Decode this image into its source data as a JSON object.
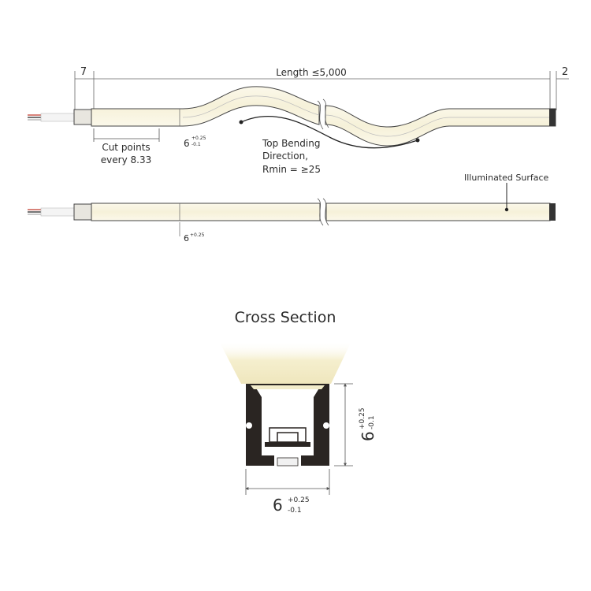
{
  "dimensions": {
    "left_connector": "7",
    "length": "Length ≤5,000",
    "right_end": "2",
    "height_main": "6",
    "height_tol_plus": "+0.25",
    "height_tol_minus": "-0.1"
  },
  "annotations": {
    "cut_points_line1": "Cut points",
    "cut_points_line2": "every 8.33",
    "bending_line1": "Top Bending",
    "bending_line2": "Direction,",
    "bending_line3": "Rmin = ≥25",
    "illuminated_surface": "Illuminated Surface"
  },
  "cross_section": {
    "title": "Cross Section",
    "width_main": "6",
    "width_tol_plus": "+0.25",
    "width_tol_minus": "-0.1",
    "height_main": "6",
    "height_tol_plus": "+0.25",
    "height_tol_minus": "-0.1"
  },
  "colors": {
    "line": "#555555",
    "profile": "#2a2522",
    "glow": "#f2eccb",
    "wire_red": "#c0392b",
    "wire_black": "#222222"
  }
}
